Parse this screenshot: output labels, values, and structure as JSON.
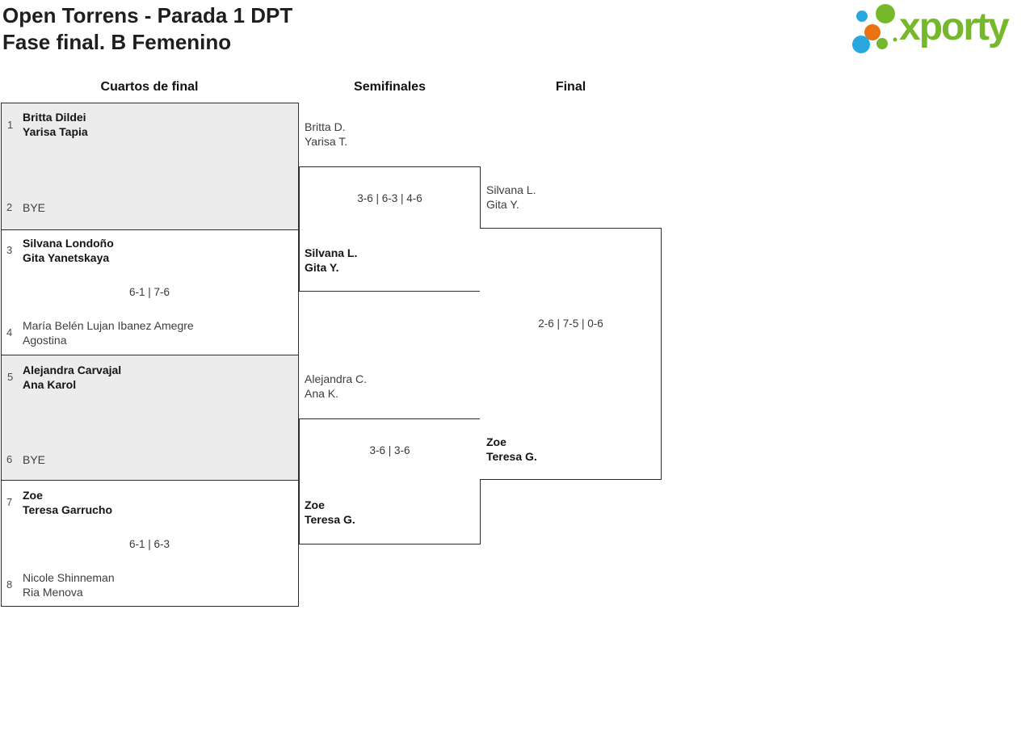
{
  "title": {
    "line1": "Open Torrens - Parada 1 DPT",
    "line2": "Fase final. B Femenino"
  },
  "logo": {
    "brand": "xporty",
    "colors": {
      "green": "#76b82b",
      "blue": "#29a8e0",
      "orange": "#e97312"
    }
  },
  "rounds": {
    "quarterfinals": "Cuartos de final",
    "semifinals": "Semifinales",
    "final": "Final"
  },
  "colors": {
    "shaded_box": "#ececec",
    "border": "#2d2d2d"
  },
  "bracket": {
    "qf": [
      {
        "seed_top": "1",
        "top1": "Britta Dildei",
        "top2": "Yarisa Tapia",
        "winner": "top",
        "seed_bottom": "2",
        "bottom1": "BYE",
        "score": ""
      },
      {
        "seed_top": "3",
        "top1": "Silvana Londoño",
        "top2": "Gita Yanetskaya",
        "winner": "top",
        "score": "6-1 | 7-6",
        "seed_bottom": "4",
        "bottom1": "María Belén Lujan Ibanez Amegre",
        "bottom2": "Agostina"
      },
      {
        "seed_top": "5",
        "top1": "Alejandra Carvajal",
        "top2": "Ana Karol",
        "winner": "top",
        "seed_bottom": "6",
        "bottom1": "BYE",
        "score": ""
      },
      {
        "seed_top": "7",
        "top1": "Zoe",
        "top2": "Teresa Garrucho",
        "winner": "top",
        "score": "6-1 | 6-3",
        "seed_bottom": "8",
        "bottom1": "Nicole Shinneman",
        "bottom2": "Ria Menova"
      }
    ],
    "sf": [
      {
        "top1": "Britta D.",
        "top2": "Yarisa T.",
        "score": "3-6 | 6-3 | 4-6",
        "winner": "bottom",
        "bottom1": "Silvana L.",
        "bottom2": "Gita Y."
      },
      {
        "top1": "Alejandra C.",
        "top2": "Ana K.",
        "score": "3-6 | 3-6",
        "winner": "bottom",
        "bottom1": "Zoe",
        "bottom2": "Teresa G."
      }
    ],
    "final": {
      "top1": "Silvana L.",
      "top2": "Gita Y.",
      "score": "2-6 | 7-5 | 0-6",
      "winner": "bottom",
      "bottom1": "Zoe",
      "bottom2": "Teresa G."
    }
  }
}
